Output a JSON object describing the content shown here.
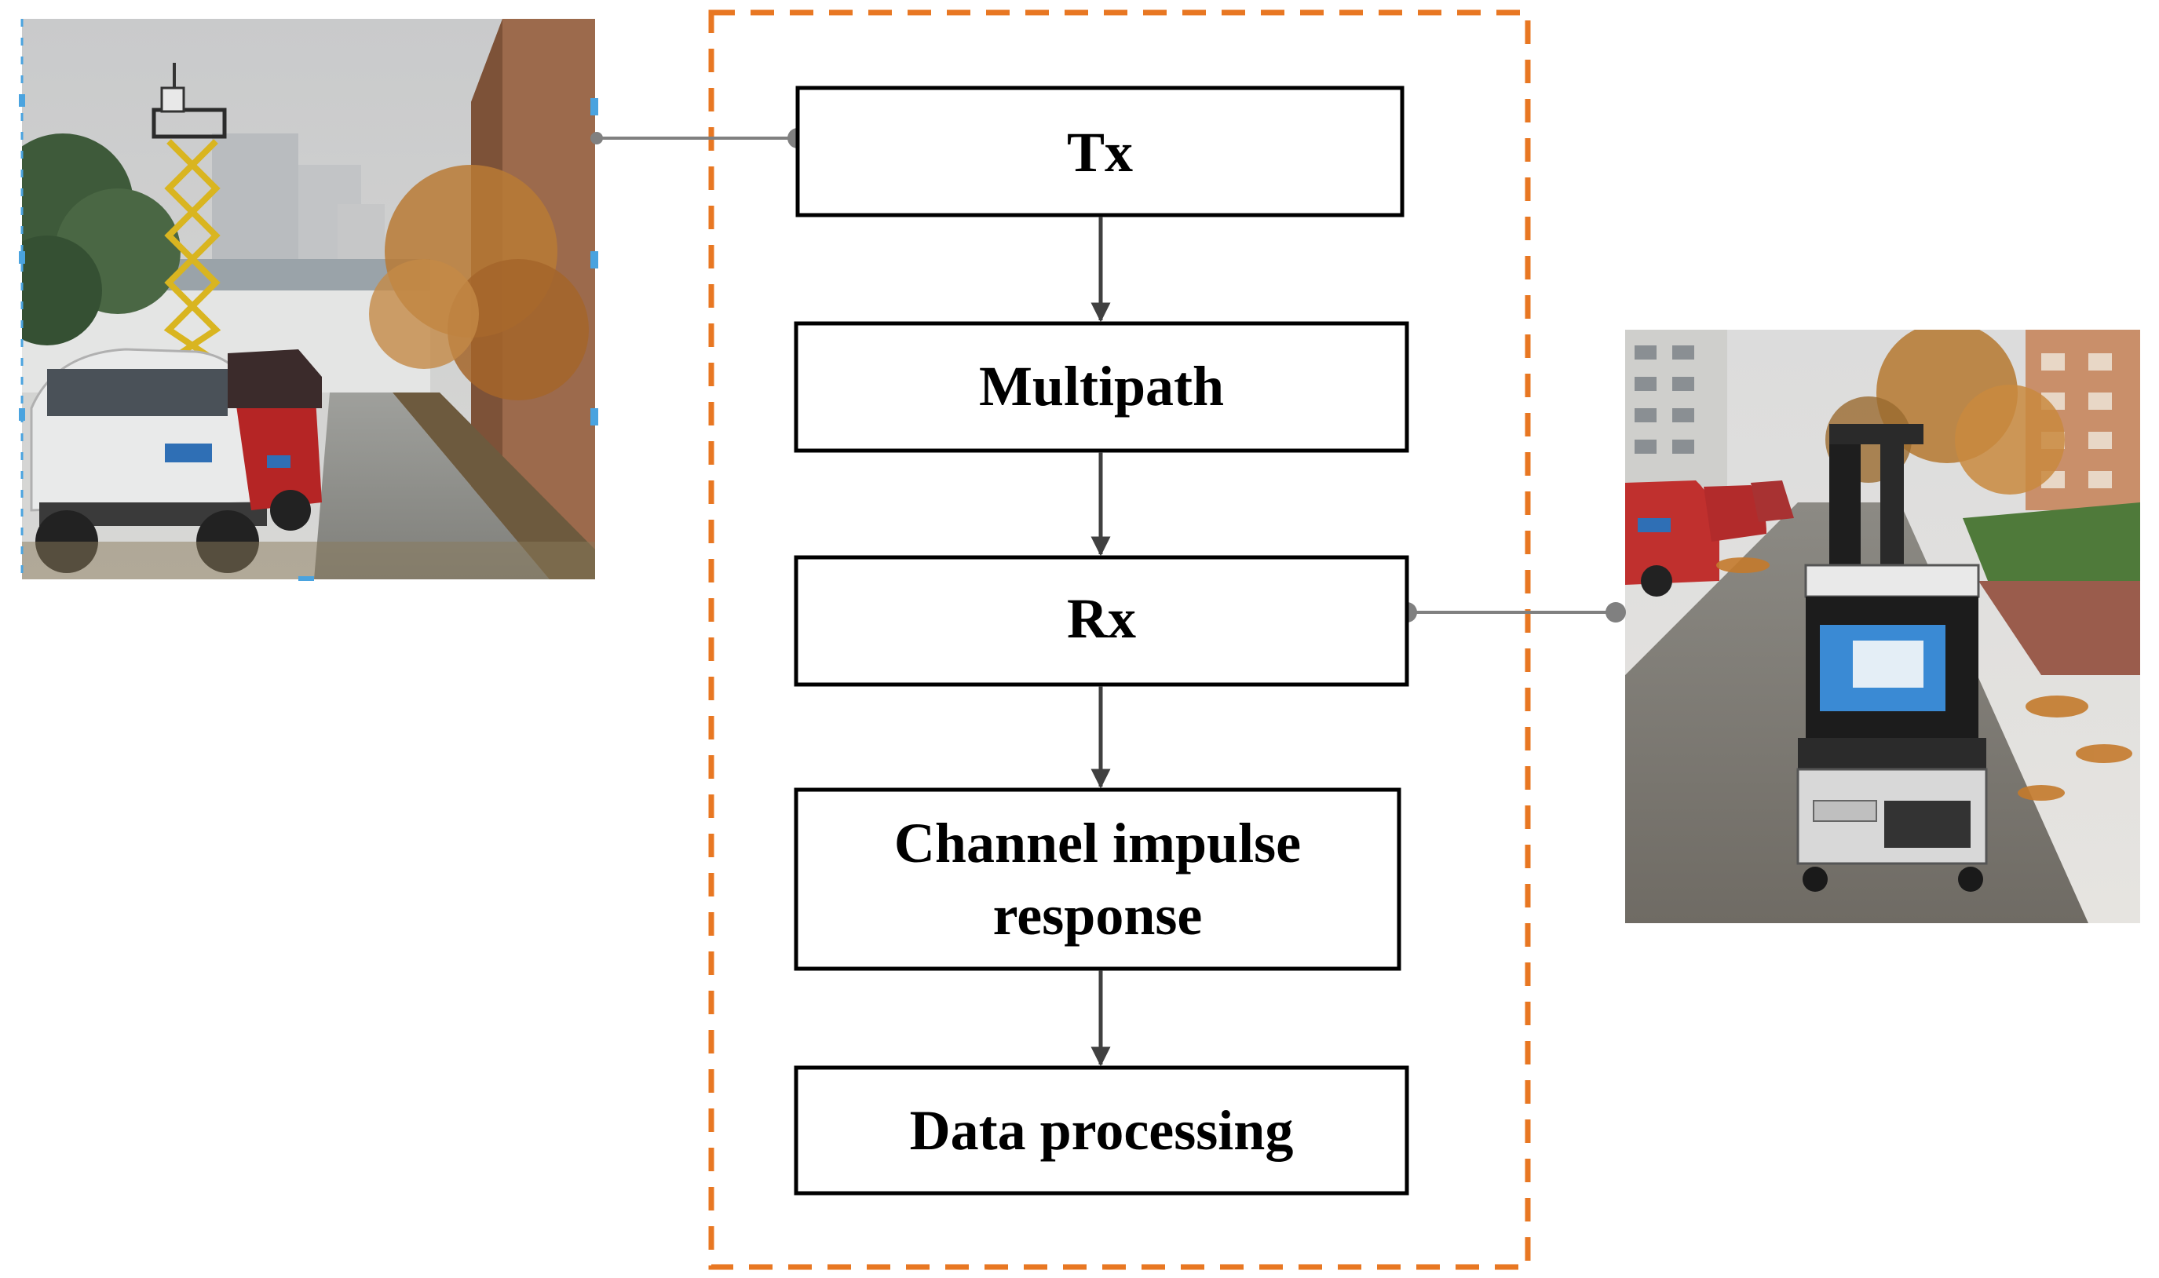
{
  "diagram": {
    "flow": [
      {
        "id": "tx",
        "lines": [
          "Tx"
        ]
      },
      {
        "id": "multipath",
        "lines": [
          "Multipath"
        ]
      },
      {
        "id": "rx",
        "lines": [
          "Rx"
        ]
      },
      {
        "id": "cir",
        "lines": [
          "Channel impulse",
          "response"
        ]
      },
      {
        "id": "data-processing",
        "lines": [
          "Data processing"
        ]
      }
    ],
    "photos": [
      {
        "id": "transmitter-site-photo",
        "scene": "street with parked cars and scissor-lift transmitter tower"
      },
      {
        "id": "receiver-site-photo",
        "scene": "street with measurement cart holding laptop and receiver equipment"
      }
    ],
    "colors": {
      "frame": "#E87722",
      "box_border": "#000000",
      "arrow": "#404040",
      "connector": "#808080"
    }
  }
}
